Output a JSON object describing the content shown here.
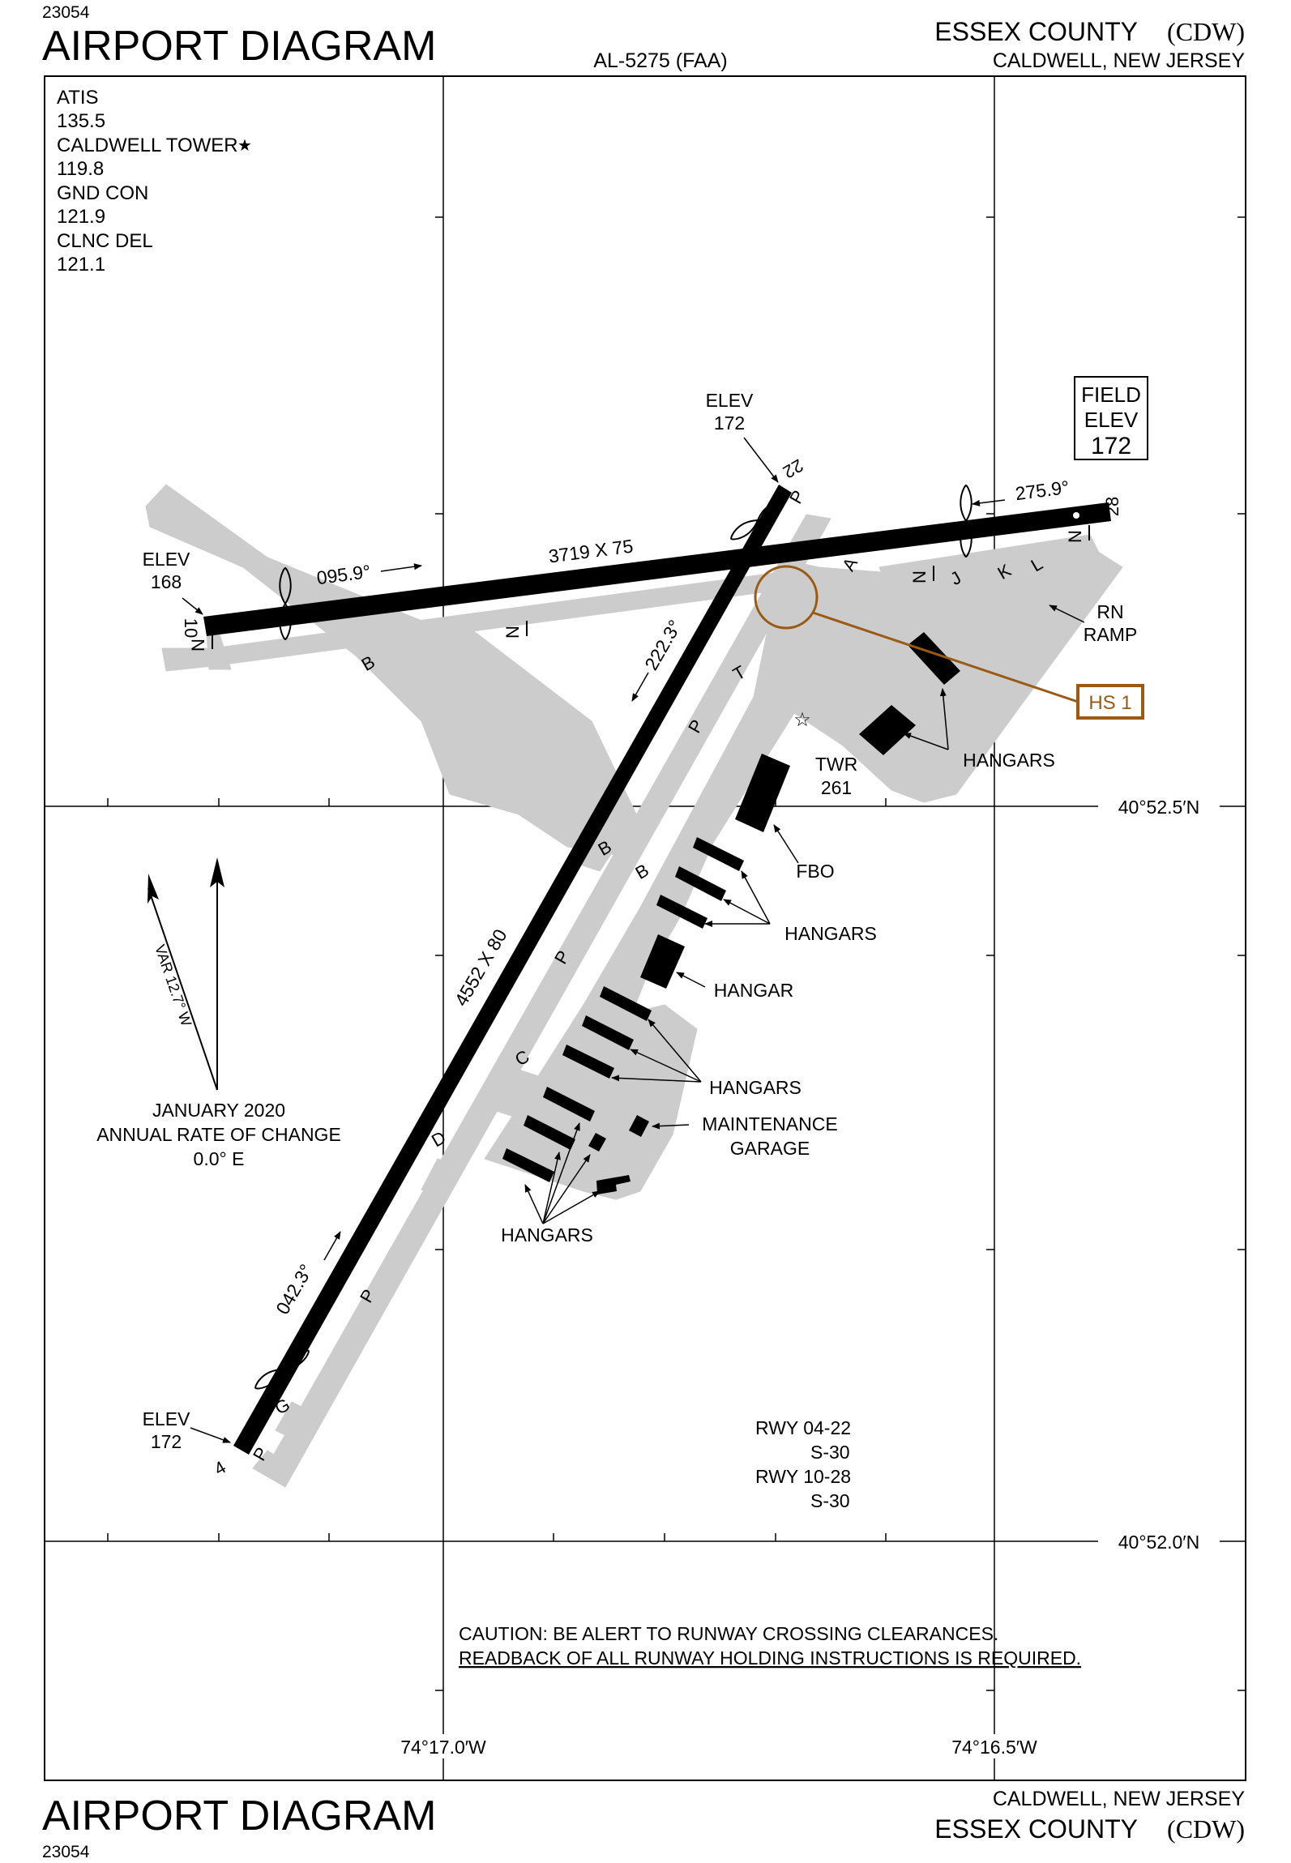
{
  "header": {
    "volume_number": "23054",
    "title": "AIRPORT DIAGRAM",
    "doc_id": "AL-5275 (FAA)",
    "airport_name": "ESSEX COUNTY",
    "airport_code": "(CDW)",
    "location": "CALDWELL, NEW JERSEY"
  },
  "footer": {
    "volume_number": "23054",
    "title": "AIRPORT DIAGRAM",
    "airport_name": "ESSEX COUNTY",
    "airport_code": "(CDW)",
    "location": "CALDWELL, NEW JERSEY"
  },
  "frequencies": [
    {
      "label": "ATIS",
      "value": "135.5"
    },
    {
      "label": "CALDWELL TOWER",
      "value": "119.8",
      "star": true
    },
    {
      "label": "GND CON",
      "value": "121.9"
    },
    {
      "label": "CLNC DEL",
      "value": "121.1"
    }
  ],
  "field_elevation": {
    "label1": "FIELD",
    "label2": "ELEV",
    "value": "172"
  },
  "runways": {
    "rwy_10_28": {
      "dimensions": "3719 X 75",
      "heading_east": "095.9°",
      "heading_west": "275.9°",
      "end_west": "10",
      "end_east": "28",
      "elev_west_label": "ELEV",
      "elev_west": "168"
    },
    "rwy_04_22": {
      "dimensions": "4552 X 80",
      "heading_sw": "222.3°",
      "heading_ne": "042.3°",
      "end_sw": "4",
      "end_ne": "22",
      "elev_ne_label": "ELEV",
      "elev_ne": "172",
      "elev_sw_label": "ELEV",
      "elev_sw": "172"
    }
  },
  "taxiways": {
    "P1": "P",
    "P2": "P",
    "P3": "P",
    "P4": "P",
    "P5": "P",
    "N1": "N",
    "N2": "N",
    "N3": "N",
    "N4": "N",
    "A": "A",
    "B1": "B",
    "B2": "B",
    "B3": "B",
    "C": "C",
    "D": "D",
    "G": "G",
    "T": "T",
    "J": "J",
    "K": "K",
    "L": "L"
  },
  "labels": {
    "tower": "TWR",
    "tower_elev": "261",
    "fbo": "FBO",
    "hangars": "HANGARS",
    "hangar": "HANGAR",
    "maintenance1": "MAINTENANCE",
    "maintenance2": "GARAGE",
    "rn_ramp1": "RN",
    "rn_ramp2": "RAMP",
    "hot_spot": "HS 1"
  },
  "magnetic": {
    "variation": "VAR 12.7° W",
    "date": "JANUARY 2020",
    "rate_label": "ANNUAL RATE OF CHANGE",
    "rate": "0.0° E"
  },
  "lat_lon": {
    "lat1": "40°52.5′N",
    "lat2": "40°52.0′N",
    "lon1": "74°17.0′W",
    "lon2": "74°16.5′W"
  },
  "runway_strength": {
    "line1": "RWY 04-22",
    "line2": "S-30",
    "line3": "RWY 10-28",
    "line4": "S-30"
  },
  "caution": {
    "line1": "CAUTION: BE ALERT TO RUNWAY CROSSING CLEARANCES.",
    "line2": "READBACK OF ALL RUNWAY HOLDING INSTRUCTIONS IS REQUIRED."
  },
  "colors": {
    "pavement": "#cccccc",
    "runway": "#000000",
    "hot_spot": "#9a5a14"
  }
}
